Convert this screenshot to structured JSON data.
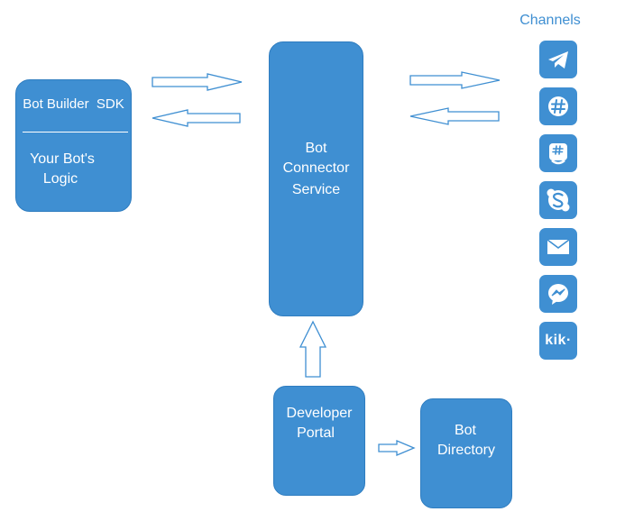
{
  "sdk": {
    "title": "Bot Builder  SDK",
    "subtitle_line1": "Your Bot's",
    "subtitle_line2": "Logic"
  },
  "connector": {
    "line1": "Bot",
    "line2": "Connector",
    "line3": "Service"
  },
  "portal": {
    "line1": "Developer",
    "line2": "Portal"
  },
  "directory": {
    "line1": "Bot",
    "line2": "Directory"
  },
  "channels": {
    "title": "Channels",
    "items": [
      {
        "icon": "telegram-icon"
      },
      {
        "icon": "slack-icon"
      },
      {
        "icon": "groupme-icon"
      },
      {
        "icon": "skype-icon"
      },
      {
        "icon": "email-icon"
      },
      {
        "icon": "messenger-icon"
      },
      {
        "icon": "kik-icon",
        "label": "kik·"
      }
    ]
  },
  "colors": {
    "box_fill": "#3f8fd2",
    "arrow_stroke": "#3f8fd2",
    "background": "#ffffff"
  }
}
